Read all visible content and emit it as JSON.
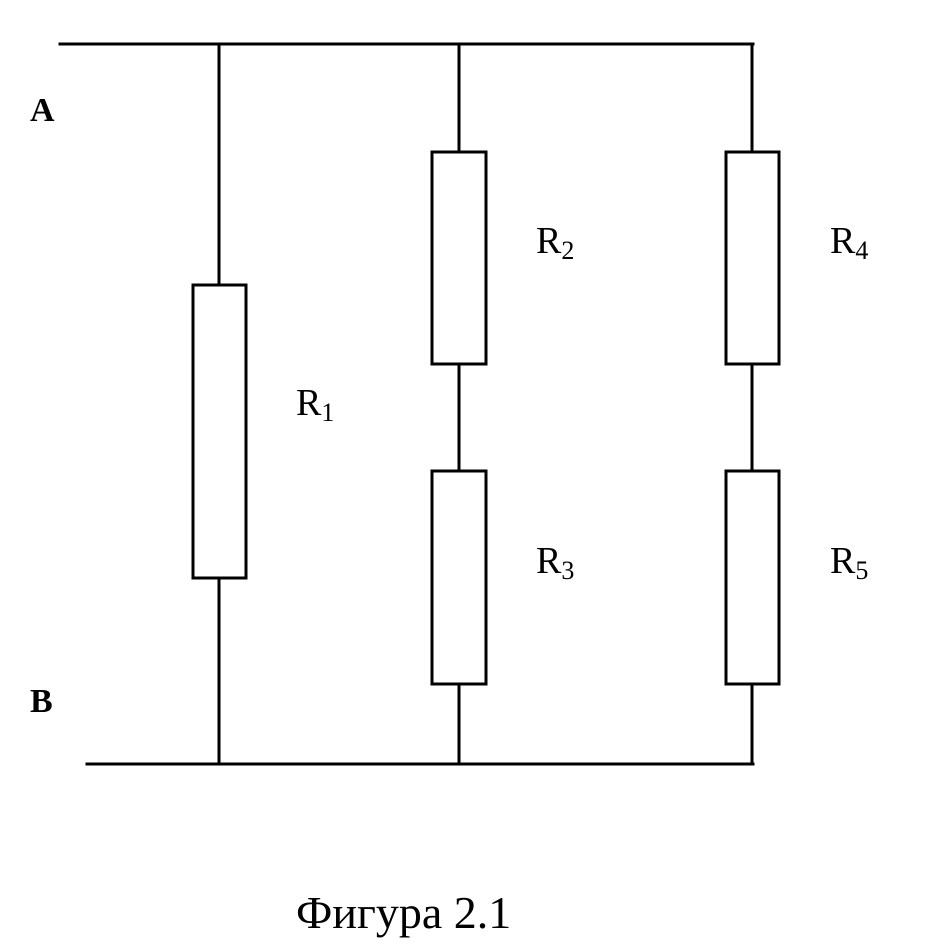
{
  "terminals": {
    "a": "A",
    "b": "B"
  },
  "resistors": [
    {
      "letter": "R",
      "index": "1"
    },
    {
      "letter": "R",
      "index": "2"
    },
    {
      "letter": "R",
      "index": "3"
    },
    {
      "letter": "R",
      "index": "4"
    },
    {
      "letter": "R",
      "index": "5"
    }
  ],
  "caption": "Фигура 2.1"
}
